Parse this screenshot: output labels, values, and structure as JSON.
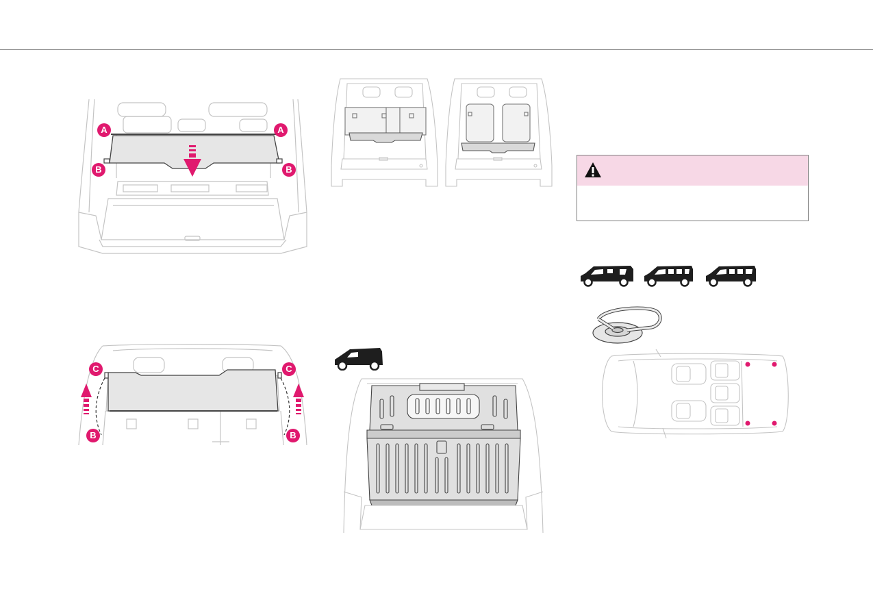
{
  "callouts": {
    "a": "A",
    "b": "B",
    "c": "C"
  },
  "warning": {
    "icon": "warning-triangle-icon",
    "text": ""
  },
  "colors": {
    "accent": "#e0196e",
    "warning_band": "#f7d8e6",
    "outline": "#bdbdbd",
    "panel_fill": "#e6e6e6",
    "silhouette": "#1e1e1e"
  },
  "illustrations": [
    "cargo-cover-installation",
    "cargo-cover-positions-rear-view",
    "cargo-cover-removal",
    "cargo-partition-van",
    "vehicle-version-icons",
    "lashing-ring-and-anchor-points"
  ]
}
